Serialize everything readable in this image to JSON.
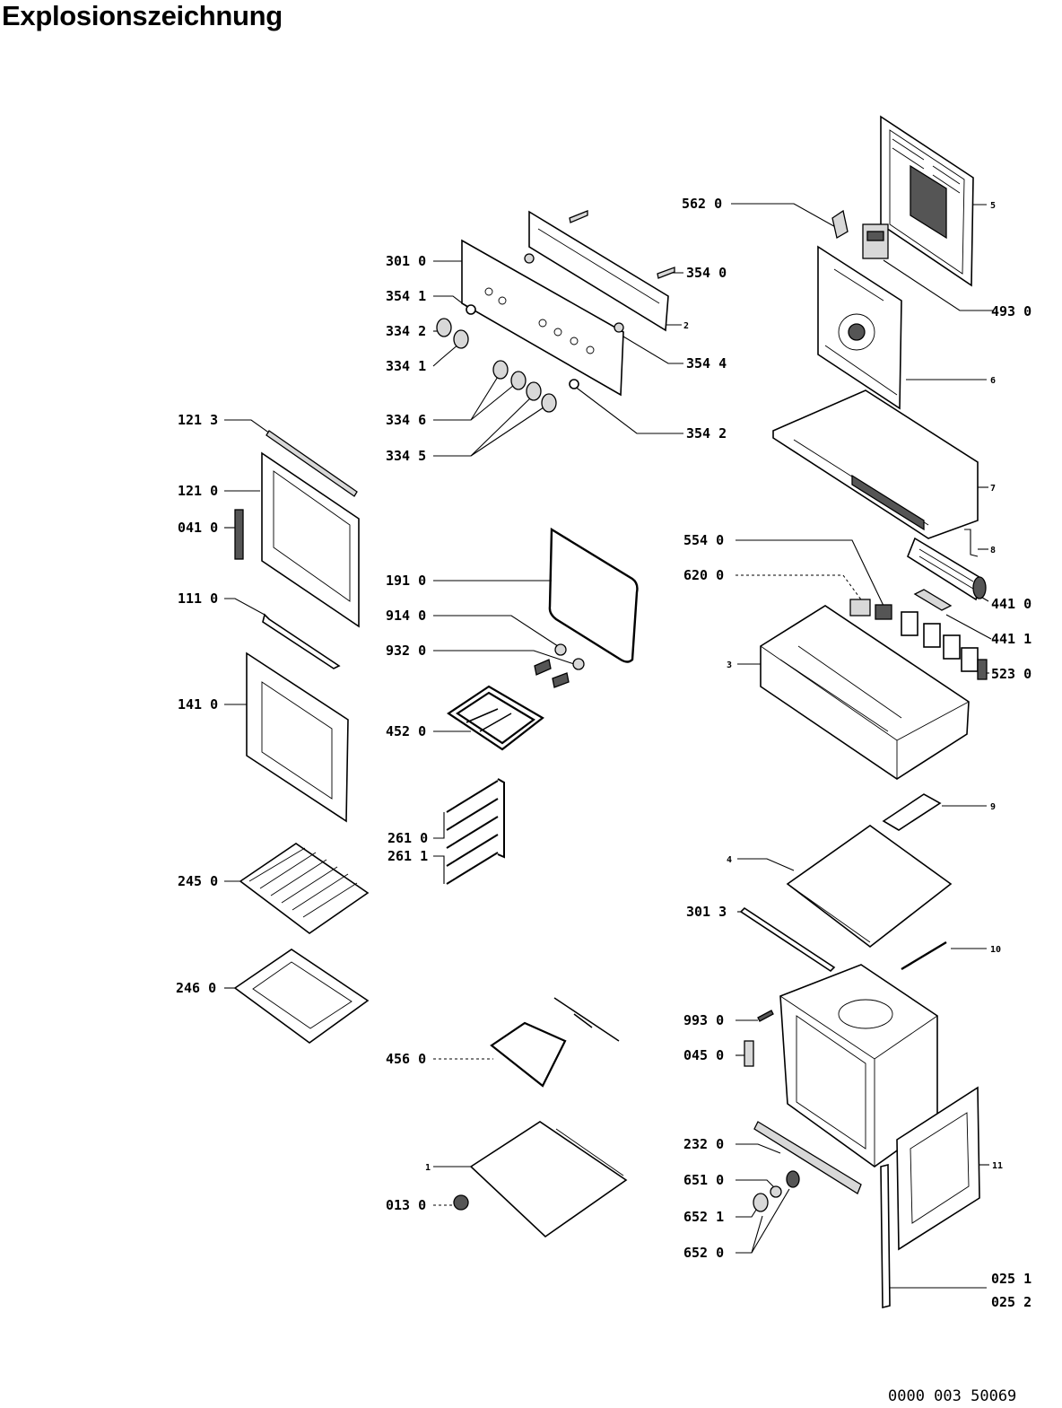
{
  "title": "Explosionszeichnung",
  "document_number": "0000 003 50069",
  "callouts": [
    {
      "id": "c-5620",
      "text": "562 0"
    },
    {
      "id": "c-5",
      "text": "5"
    },
    {
      "id": "c-3010",
      "text": "301 0"
    },
    {
      "id": "c-3540",
      "text": "354 0"
    },
    {
      "id": "c-4930",
      "text": "493 0"
    },
    {
      "id": "c-3541",
      "text": "354 1"
    },
    {
      "id": "c-3342",
      "text": "334 2"
    },
    {
      "id": "c-2",
      "text": "2"
    },
    {
      "id": "c-3341",
      "text": "334 1"
    },
    {
      "id": "c-3544",
      "text": "354 4"
    },
    {
      "id": "c-6",
      "text": "6"
    },
    {
      "id": "c-1213",
      "text": "121 3"
    },
    {
      "id": "c-3346",
      "text": "334 6"
    },
    {
      "id": "c-3542",
      "text": "354 2"
    },
    {
      "id": "c-3345",
      "text": "334 5"
    },
    {
      "id": "c-7",
      "text": "7"
    },
    {
      "id": "c-1210",
      "text": "121 0"
    },
    {
      "id": "c-0410",
      "text": "041 0"
    },
    {
      "id": "c-5540",
      "text": "554 0"
    },
    {
      "id": "c-8",
      "text": "8"
    },
    {
      "id": "c-6200",
      "text": "620 0"
    },
    {
      "id": "c-1910",
      "text": "191 0"
    },
    {
      "id": "c-1110",
      "text": "111 0"
    },
    {
      "id": "c-4410",
      "text": "441 0"
    },
    {
      "id": "c-9140",
      "text": "914 0"
    },
    {
      "id": "c-4411",
      "text": "441 1"
    },
    {
      "id": "c-9320",
      "text": "932 0"
    },
    {
      "id": "c-3",
      "text": "3"
    },
    {
      "id": "c-5230",
      "text": "523 0"
    },
    {
      "id": "c-1410",
      "text": "141 0"
    },
    {
      "id": "c-4520",
      "text": "452 0"
    },
    {
      "id": "c-9",
      "text": "9"
    },
    {
      "id": "c-2610",
      "text": "261 0"
    },
    {
      "id": "c-2611",
      "text": "261 1"
    },
    {
      "id": "c-4",
      "text": "4"
    },
    {
      "id": "c-2450",
      "text": "245 0"
    },
    {
      "id": "c-3013",
      "text": "301 3"
    },
    {
      "id": "c-10",
      "text": "10"
    },
    {
      "id": "c-2460",
      "text": "246 0"
    },
    {
      "id": "c-9930",
      "text": "993 0"
    },
    {
      "id": "c-4560",
      "text": "456 0"
    },
    {
      "id": "c-0450",
      "text": "045 0"
    },
    {
      "id": "c-2320",
      "text": "232 0"
    },
    {
      "id": "c-11",
      "text": "11"
    },
    {
      "id": "c-1",
      "text": "1"
    },
    {
      "id": "c-6510",
      "text": "651 0"
    },
    {
      "id": "c-0130",
      "text": "013 0"
    },
    {
      "id": "c-6521",
      "text": "652 1"
    },
    {
      "id": "c-6520",
      "text": "652 0"
    },
    {
      "id": "c-0251",
      "text": "025 1"
    },
    {
      "id": "c-0252",
      "text": "025 2"
    }
  ]
}
